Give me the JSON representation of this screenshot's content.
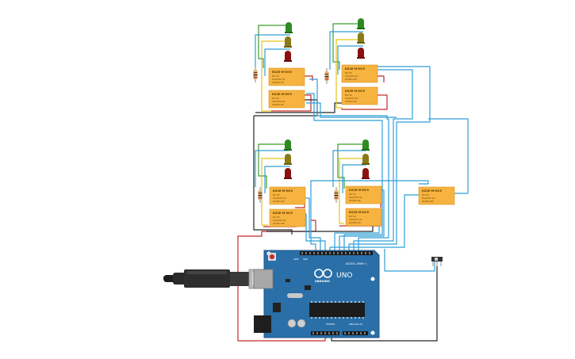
{
  "relays": [
    {
      "part": "KS2E-M-DC5",
      "specs": [
        "DC 5V",
        "3A/125V AC",
        "2A/30V DC"
      ]
    },
    {
      "part": "KS2E-M-DC5",
      "specs": [
        "DC 5V",
        "3A/125V AC",
        "2A/30V DC"
      ]
    },
    {
      "part": "KS2E-M-DC5",
      "specs": [
        "DC 5V",
        "3A/125V AC",
        "2A/30V DC"
      ]
    },
    {
      "part": "KS2E-M-DC5",
      "specs": [
        "DC 5V",
        "3A/125V AC",
        "2A/30V DC"
      ]
    },
    {
      "part": "KS2E-M-DC5",
      "specs": [
        "DC 5V",
        "3A/125V AC",
        "2A/30V DC"
      ]
    },
    {
      "part": "KS2E-M-DC5",
      "specs": [
        "DC 5V",
        "3A/125V AC",
        "2A/30V DC"
      ]
    },
    {
      "part": "KS2E-M-DC5",
      "specs": [
        "DC 5V",
        "3A/125V AC",
        "2A/30V DC"
      ]
    },
    {
      "part": "KS2E-M-DC5",
      "specs": [
        "DC 5V",
        "3A/125V AC",
        "2A/30V DC"
      ]
    },
    {
      "part": "KS2E-M-DC5",
      "specs": [
        "DC 5V",
        "3A/125V AC",
        "2A/30V DC"
      ]
    }
  ],
  "arduino": {
    "model": "UNO",
    "brand": "ARDUINO",
    "digital_label": "DIGITAL (PWM~)",
    "power_label": "POWER",
    "analog_label": "ANALOG IN",
    "aref": "AREF",
    "gnd": "GND"
  },
  "colors": {
    "relay": "#f7b33f",
    "board": "#2a6fa8",
    "wire_blue": "#2f9fd8",
    "wire_red": "#c62828",
    "wire_black": "#262626",
    "wire_green": "#3c9c2c",
    "wire_yellow": "#e6c419",
    "led_green": "#2e8b22",
    "led_olive": "#8a7a18",
    "led_red": "#8c1010"
  }
}
